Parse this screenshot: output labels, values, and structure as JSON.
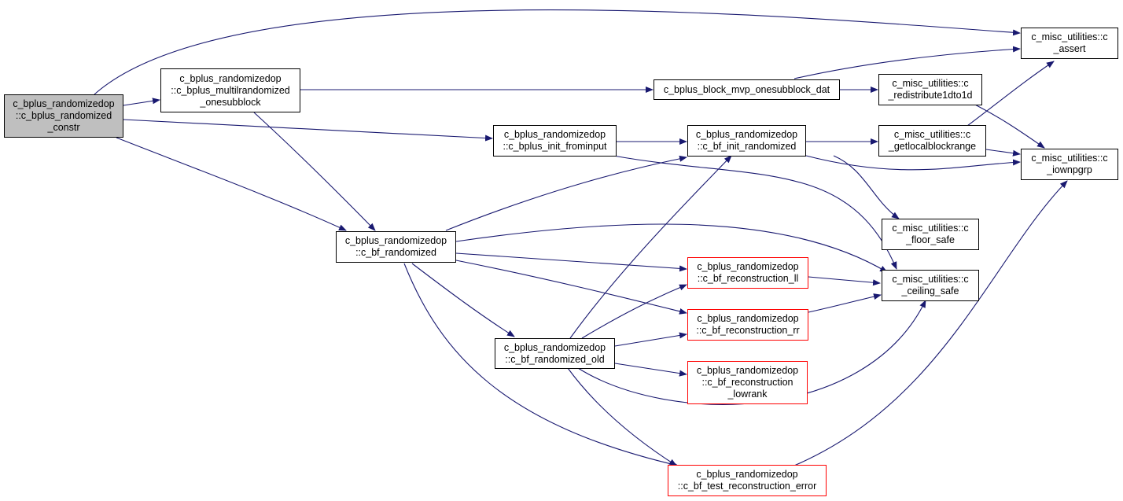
{
  "graph": {
    "colors": {
      "edge": "#191970",
      "border": "#000000",
      "border_red": "#ff0000",
      "root_fill": "#bfbfbf"
    },
    "nodes": [
      {
        "id": "constr",
        "lines": [
          "c_bplus_randomizedop",
          "::c_bplus_randomized",
          "_constr"
        ],
        "style": "root"
      },
      {
        "id": "multil",
        "lines": [
          "c_bplus_randomizedop",
          "::c_bplus_multilrandomized",
          "_onesubblock"
        ],
        "style": "normal"
      },
      {
        "id": "mvp",
        "lines": [
          "c_bplus_block_mvp_onesubblock_dat"
        ],
        "style": "normal"
      },
      {
        "id": "assert",
        "lines": [
          "c_misc_utilities::c",
          "_assert"
        ],
        "style": "normal"
      },
      {
        "id": "redist",
        "lines": [
          "c_misc_utilities::c",
          "_redistribute1dto1d"
        ],
        "style": "normal"
      },
      {
        "id": "frominput",
        "lines": [
          "c_bplus_randomizedop",
          "::c_bplus_init_frominput"
        ],
        "style": "normal"
      },
      {
        "id": "initrand",
        "lines": [
          "c_bplus_randomizedop",
          "::c_bf_init_randomized"
        ],
        "style": "normal"
      },
      {
        "id": "getlocal",
        "lines": [
          "c_misc_utilities::c",
          "_getlocalblockrange"
        ],
        "style": "normal"
      },
      {
        "id": "iownpgrp",
        "lines": [
          "c_misc_utilities::c",
          "_iownpgrp"
        ],
        "style": "normal"
      },
      {
        "id": "floor",
        "lines": [
          "c_misc_utilities::c",
          "_floor_safe"
        ],
        "style": "normal"
      },
      {
        "id": "bfrand",
        "lines": [
          "c_bplus_randomizedop",
          "::c_bf_randomized"
        ],
        "style": "normal"
      },
      {
        "id": "recll",
        "lines": [
          "c_bplus_randomizedop",
          "::c_bf_reconstruction_ll"
        ],
        "style": "red"
      },
      {
        "id": "ceiling",
        "lines": [
          "c_misc_utilities::c",
          "_ceiling_safe"
        ],
        "style": "normal"
      },
      {
        "id": "recrr",
        "lines": [
          "c_bplus_randomizedop",
          "::c_bf_reconstruction_rr"
        ],
        "style": "red"
      },
      {
        "id": "old",
        "lines": [
          "c_bplus_randomizedop",
          "::c_bf_randomized_old"
        ],
        "style": "normal"
      },
      {
        "id": "lowrank",
        "lines": [
          "c_bplus_randomizedop",
          "::c_bf_reconstruction",
          "_lowrank"
        ],
        "style": "red"
      },
      {
        "id": "testerr",
        "lines": [
          "c_bplus_randomizedop",
          "::c_bf_test_reconstruction_error"
        ],
        "style": "red"
      }
    ]
  }
}
